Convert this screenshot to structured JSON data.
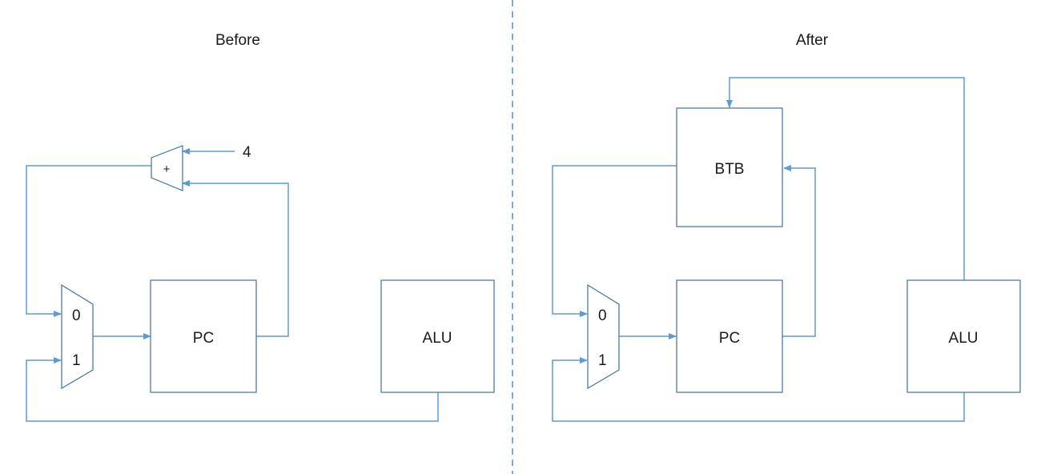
{
  "panels": {
    "before": {
      "title": "Before",
      "pc_label": "PC",
      "alu_label": "ALU",
      "adder_label": "+",
      "constant_label": "4",
      "mux_input_0": "0",
      "mux_input_1": "1"
    },
    "after": {
      "title": "After",
      "btb_label": "BTB",
      "pc_label": "PC",
      "alu_label": "ALU",
      "mux_input_0": "0",
      "mux_input_1": "1"
    }
  },
  "colors": {
    "wire": "#5b9bd5",
    "box_border": "#41719c",
    "text": "#1a1a1a"
  }
}
